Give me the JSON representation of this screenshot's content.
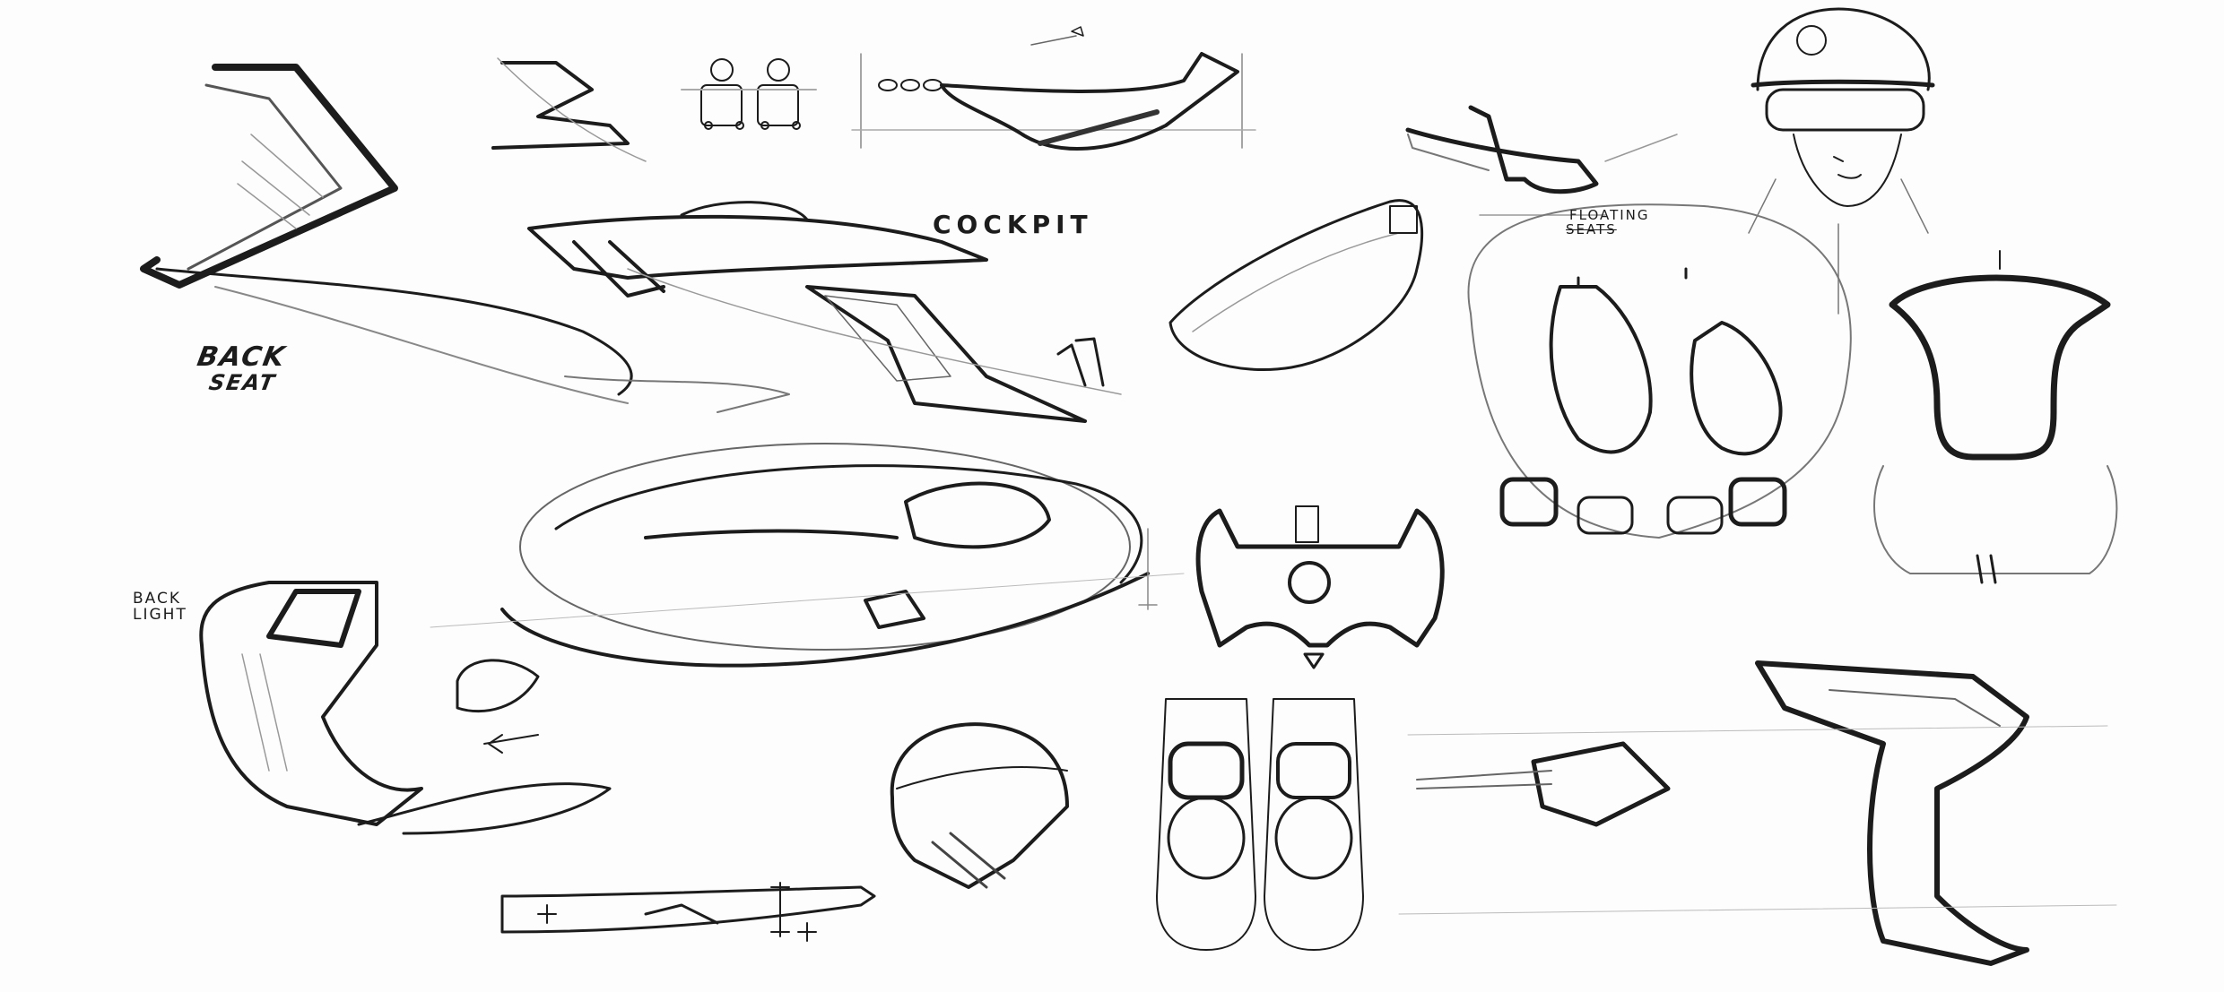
{
  "sheet": {
    "type": "pencil concept sketch sheet",
    "background_color": "#fdfdfd",
    "ink_color": "#1c1c1c"
  },
  "labels": {
    "back_seat": [
      "BACK",
      "SEAT"
    ],
    "cockpit": "COCKPIT",
    "floating_seats": [
      "FLOATING",
      "SEATS"
    ],
    "back_light": [
      "BACK",
      "LIGHT"
    ]
  },
  "sketches": [
    {
      "name": "back-seat-side-view"
    },
    {
      "name": "mini-shell-sketch"
    },
    {
      "name": "twin-seat-front-view"
    },
    {
      "name": "side-profile-elevation"
    },
    {
      "name": "cockpit-side-view"
    },
    {
      "name": "floating-seats-thumbnail"
    },
    {
      "name": "seat-cushion-perspective"
    },
    {
      "name": "pilot-helmet-portrait"
    },
    {
      "name": "rear-seats-perspective"
    },
    {
      "name": "yoke-steering-perspective"
    },
    {
      "name": "vehicle-top-view"
    },
    {
      "name": "steering-wheel-front"
    },
    {
      "name": "back-light-module"
    },
    {
      "name": "helmet-sketch"
    },
    {
      "name": "seats-top-view"
    },
    {
      "name": "seat-structure-side-view"
    },
    {
      "name": "low-profile-side-sketch"
    }
  ]
}
